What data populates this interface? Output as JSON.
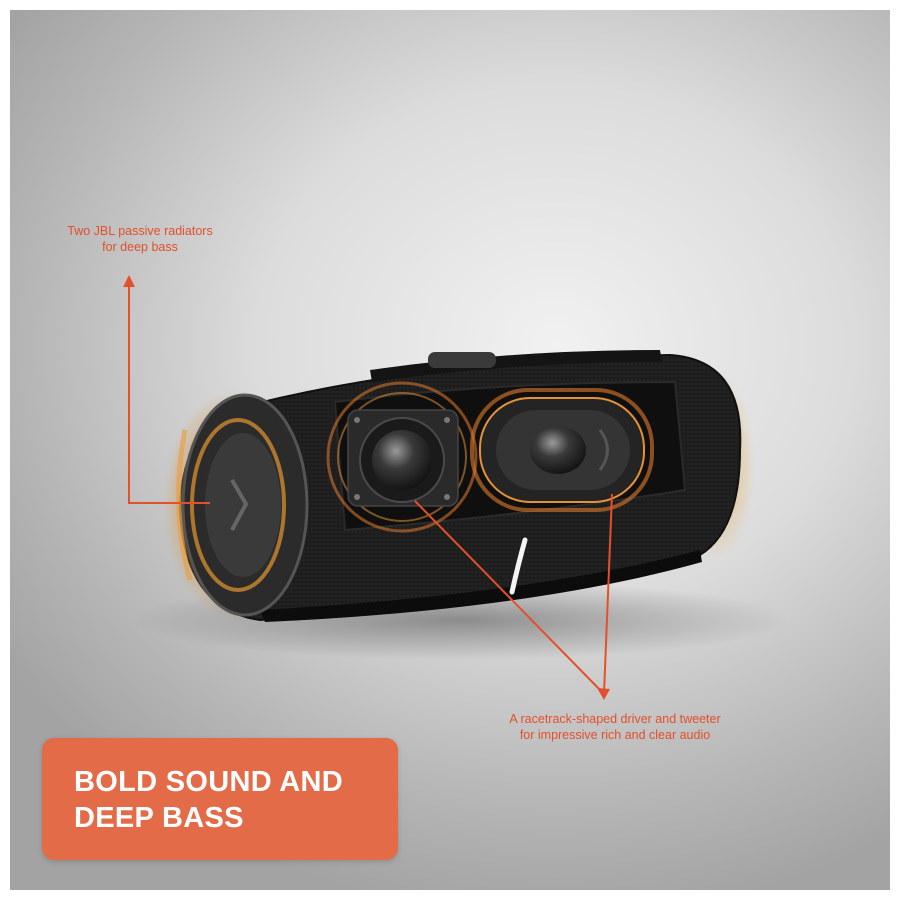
{
  "annotations": {
    "radiators": {
      "line1": "Two JBL passive radiators",
      "line2": "for deep bass"
    },
    "driver": {
      "line1": "A racetrack-shaped driver and tweeter",
      "line2": "for impressive rich and clear audio"
    }
  },
  "badge": {
    "line1": "BOLD SOUND AND",
    "line2": "DEEP BASS"
  },
  "colors": {
    "accent": "#e2502c",
    "badge": "#e46b48",
    "speaker": "#1e1e1e",
    "glow": "#e09a2a"
  }
}
